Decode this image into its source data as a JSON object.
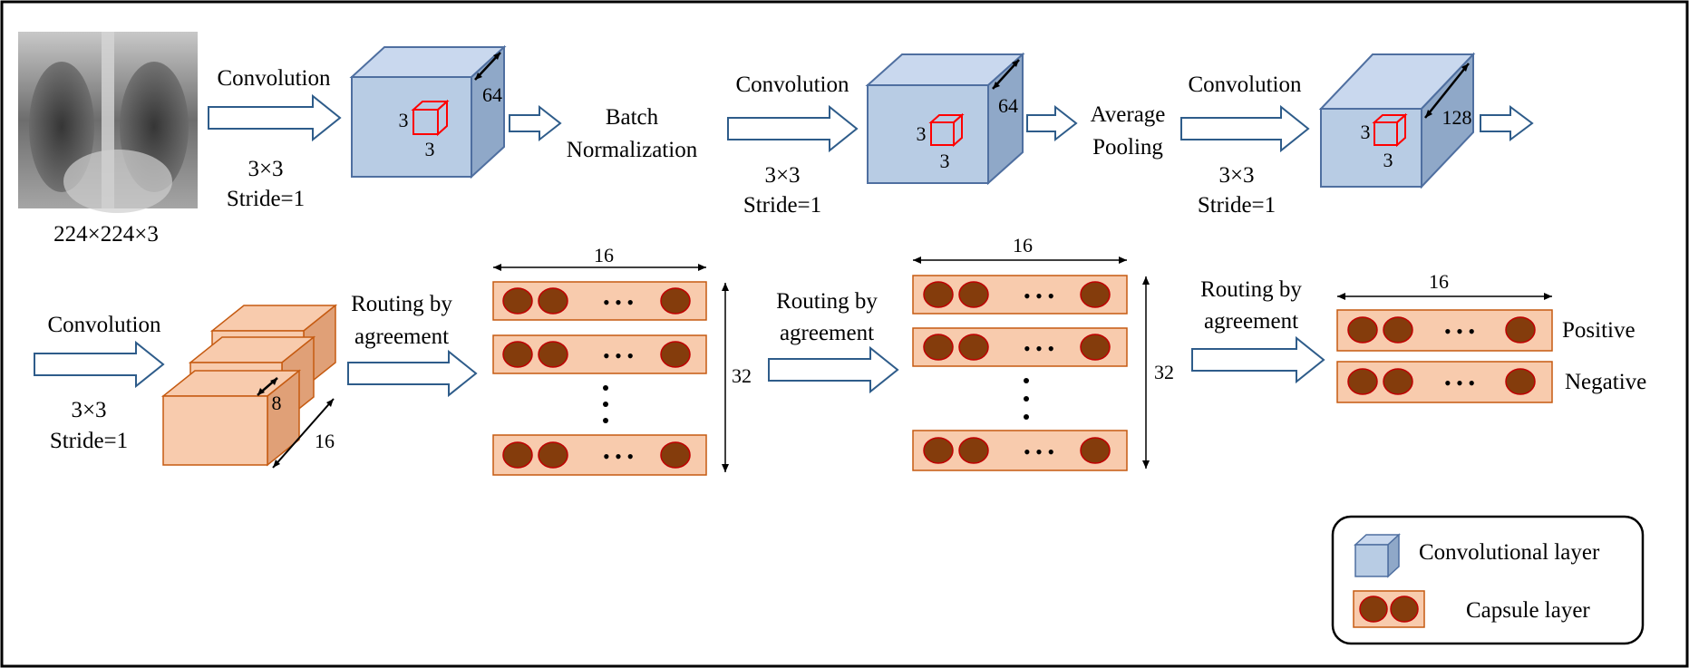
{
  "input": {
    "size_label": "224×224×3"
  },
  "row1": {
    "conv1": {
      "label": "Convolution",
      "kernel": "3×3",
      "stride": "Stride=1",
      "depth": "64",
      "kernel_w": "3",
      "kernel_h": "3"
    },
    "batch_norm": {
      "line1": "Batch",
      "line2": "Normalization"
    },
    "conv2": {
      "label": "Convolution",
      "kernel": "3×3",
      "stride": "Stride=1",
      "depth": "64",
      "kernel_w": "3",
      "kernel_h": "3"
    },
    "avg_pool": {
      "line1": "Average",
      "line2": "Pooling"
    },
    "conv3": {
      "label": "Convolution",
      "kernel": "3×3",
      "stride": "Stride=1",
      "depth": "128",
      "kernel_w": "3",
      "kernel_h": "3"
    }
  },
  "row2": {
    "conv4": {
      "label": "Convolution",
      "kernel": "3×3",
      "stride": "Stride=1",
      "depth": "8",
      "width": "16"
    },
    "routing1": {
      "line1": "Routing by",
      "line2": "agreement"
    },
    "caps1": {
      "width": "16",
      "height": "32",
      "dots": "• • •"
    },
    "routing2": {
      "line1": "Routing by",
      "line2": "agreement"
    },
    "caps2": {
      "width": "16",
      "height": "32",
      "dots": "• • •"
    },
    "routing3": {
      "line1": "Routing by",
      "line2": "agreement"
    },
    "caps3": {
      "width": "16",
      "dots": "• • •",
      "positive": "Positive",
      "negative": "Negative"
    }
  },
  "legend": {
    "conv_layer": "Convolutional layer",
    "capsule_layer": "Capsule layer"
  },
  "colors": {
    "conv_front": "#b8cce4",
    "conv_top": "#c9d8ee",
    "conv_side": "#8fa8c8",
    "conv_stroke": "#4f6fa0",
    "caps_fill": "#f8cbad",
    "caps_stroke": "#c55a11",
    "capsule_dot": "#843c0c",
    "kernel_red": "#ff0000",
    "arrow_stroke": "#2e5c8a"
  }
}
